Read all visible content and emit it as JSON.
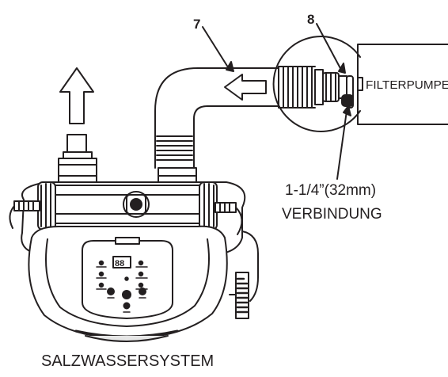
{
  "labels": {
    "callout_7": "7",
    "callout_8": "8",
    "pump": "FILTERPUMPE",
    "connection_size": "1-1/4”(32mm)",
    "connection_word": "VERBINDUNG",
    "system": "SALZWASSERSYSTEM"
  },
  "panel": {
    "display": "88"
  },
  "colors": {
    "stroke": "#231f20",
    "fill_light": "#ffffff",
    "fill_shade": "#e6e6e6"
  },
  "icons": [
    "up-arrow-icon",
    "flow-arrow-icon"
  ]
}
